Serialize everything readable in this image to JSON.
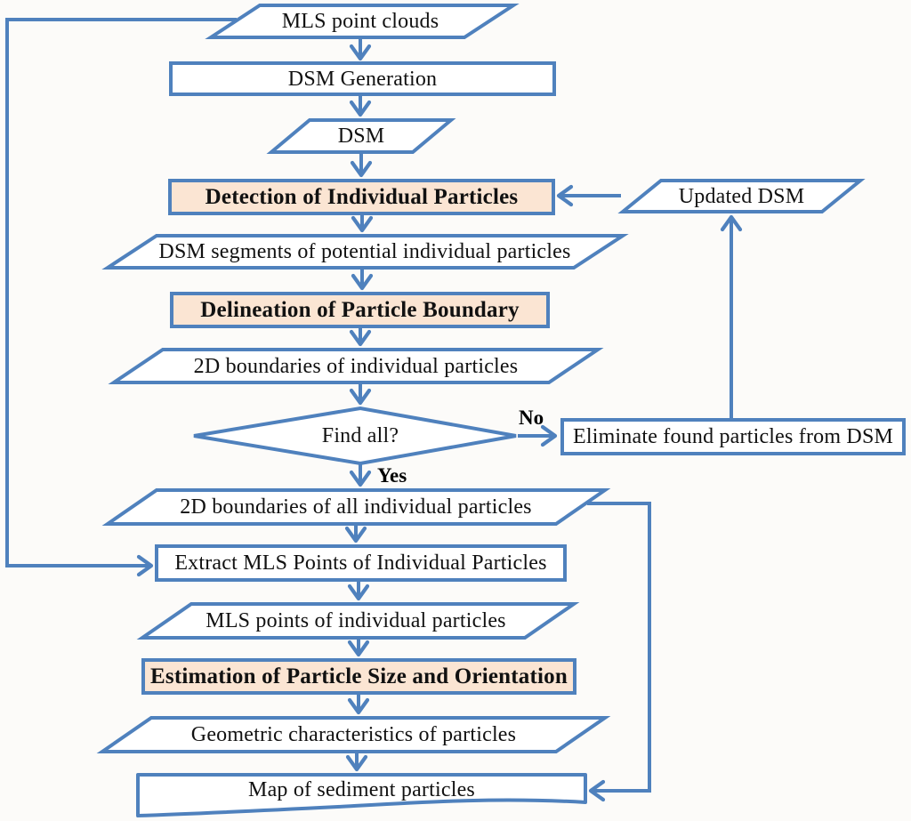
{
  "diagram": {
    "type": "flowchart",
    "colors": {
      "stroke": "#4f81bd",
      "highlight_fill": "#fbe5d3",
      "plain_fill": "#ffffff",
      "text": "#111111",
      "background": "#fcfbf9"
    },
    "nodes": [
      {
        "id": "mls_point_clouds",
        "type": "data-parallelogram",
        "label": "MLS point clouds"
      },
      {
        "id": "dsm_generation",
        "type": "process",
        "label": "DSM Generation"
      },
      {
        "id": "dsm",
        "type": "data-parallelogram",
        "label": "DSM"
      },
      {
        "id": "detection_of_individual_particles",
        "type": "process-highlighted",
        "label": "Detection of Individual Particles"
      },
      {
        "id": "dsm_segments",
        "type": "data-parallelogram",
        "label": "DSM segments of potential individual particles"
      },
      {
        "id": "delineation_of_particle_boundary",
        "type": "process-highlighted",
        "label": "Delineation of Particle Boundary"
      },
      {
        "id": "boundaries_individual",
        "type": "data-parallelogram",
        "label": "2D boundaries of individual particles"
      },
      {
        "id": "find_all_decision",
        "type": "decision-diamond",
        "label": "Find all?"
      },
      {
        "id": "eliminate_found_particles",
        "type": "process",
        "label": "Eliminate found particles from DSM"
      },
      {
        "id": "updated_dsm",
        "type": "data-parallelogram",
        "label": "Updated DSM"
      },
      {
        "id": "boundaries_all",
        "type": "data-parallelogram",
        "label": "2D boundaries of all individual particles"
      },
      {
        "id": "extract_mls_points",
        "type": "process",
        "label": "Extract MLS Points of Individual Particles"
      },
      {
        "id": "mls_points_individual",
        "type": "data-parallelogram",
        "label": "MLS points of individual particles"
      },
      {
        "id": "estimation_size_orientation",
        "type": "process-highlighted",
        "label": "Estimation of Particle Size and Orientation"
      },
      {
        "id": "geometric_characteristics",
        "type": "data-parallelogram",
        "label": "Geometric characteristics of particles"
      },
      {
        "id": "map_of_sediment_particles",
        "type": "document",
        "label": "Map of sediment particles"
      }
    ],
    "edge_labels": {
      "yes": "Yes",
      "no": "No"
    }
  }
}
